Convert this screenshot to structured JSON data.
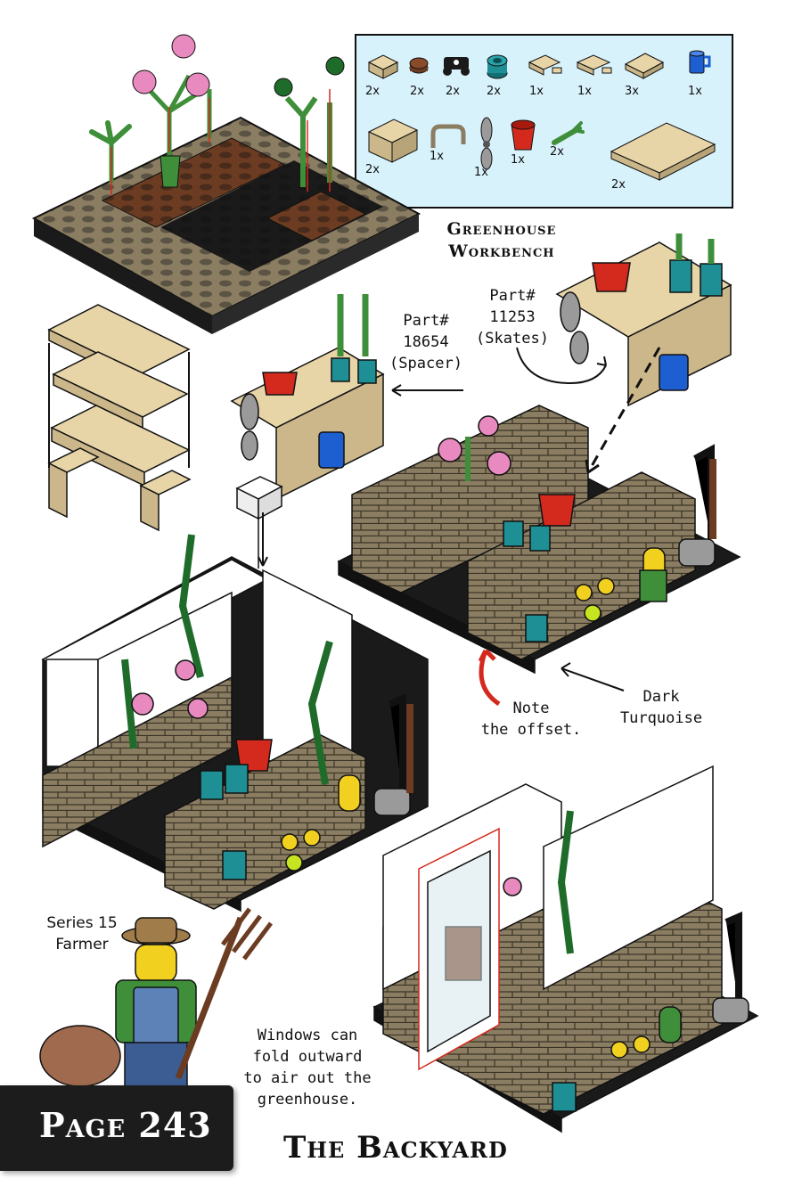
{
  "colors": {
    "tan": "#8a7d62",
    "tan_light": "#e7d5a8",
    "brown": "#6b3b22",
    "green": "#3f8f3a",
    "red": "#d42a1e",
    "dark_turquoise": "#1d8f95",
    "blue": "#1d5fd1",
    "black": "#1a1a1a",
    "pink": "#e88abf",
    "highlight": "#d8f2fb"
  },
  "parts_list": {
    "row1": [
      "2x",
      "2x",
      "2x",
      "2x",
      "1x",
      "1x",
      "3x",
      "1x"
    ],
    "row2": [
      "2x",
      "1x",
      "1x",
      "1x",
      "2x",
      "2x"
    ]
  },
  "section_title_line1": "Greenhouse",
  "section_title_line2": "Workbench",
  "callouts": {
    "spacer": [
      "Part#",
      "18654",
      "(Spacer)"
    ],
    "skates": [
      "Part#",
      "11253",
      "(Skates)"
    ],
    "offset": [
      "Note",
      "the offset."
    ],
    "turquoise": [
      "Dark",
      "Turquoise"
    ],
    "windows": [
      "Windows can",
      "fold outward",
      "to air out the",
      "greenhouse."
    ]
  },
  "minifig_caption": [
    "Series 15",
    "Farmer"
  ],
  "page_label": "Page 243",
  "page_title": "The Backyard"
}
